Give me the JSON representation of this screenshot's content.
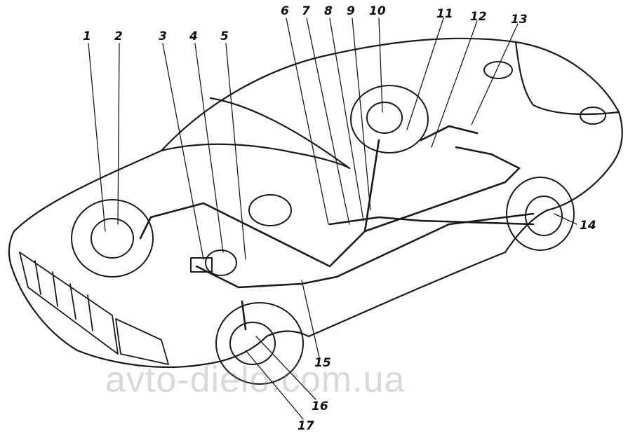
{
  "labels": [
    "1",
    "2",
    "3",
    "4",
    "5",
    "6",
    "7",
    "8",
    "9",
    "10",
    "11",
    "12",
    "13",
    "14",
    "15",
    "16",
    "17"
  ],
  "watermark": "avto-dielo.com.ua"
}
